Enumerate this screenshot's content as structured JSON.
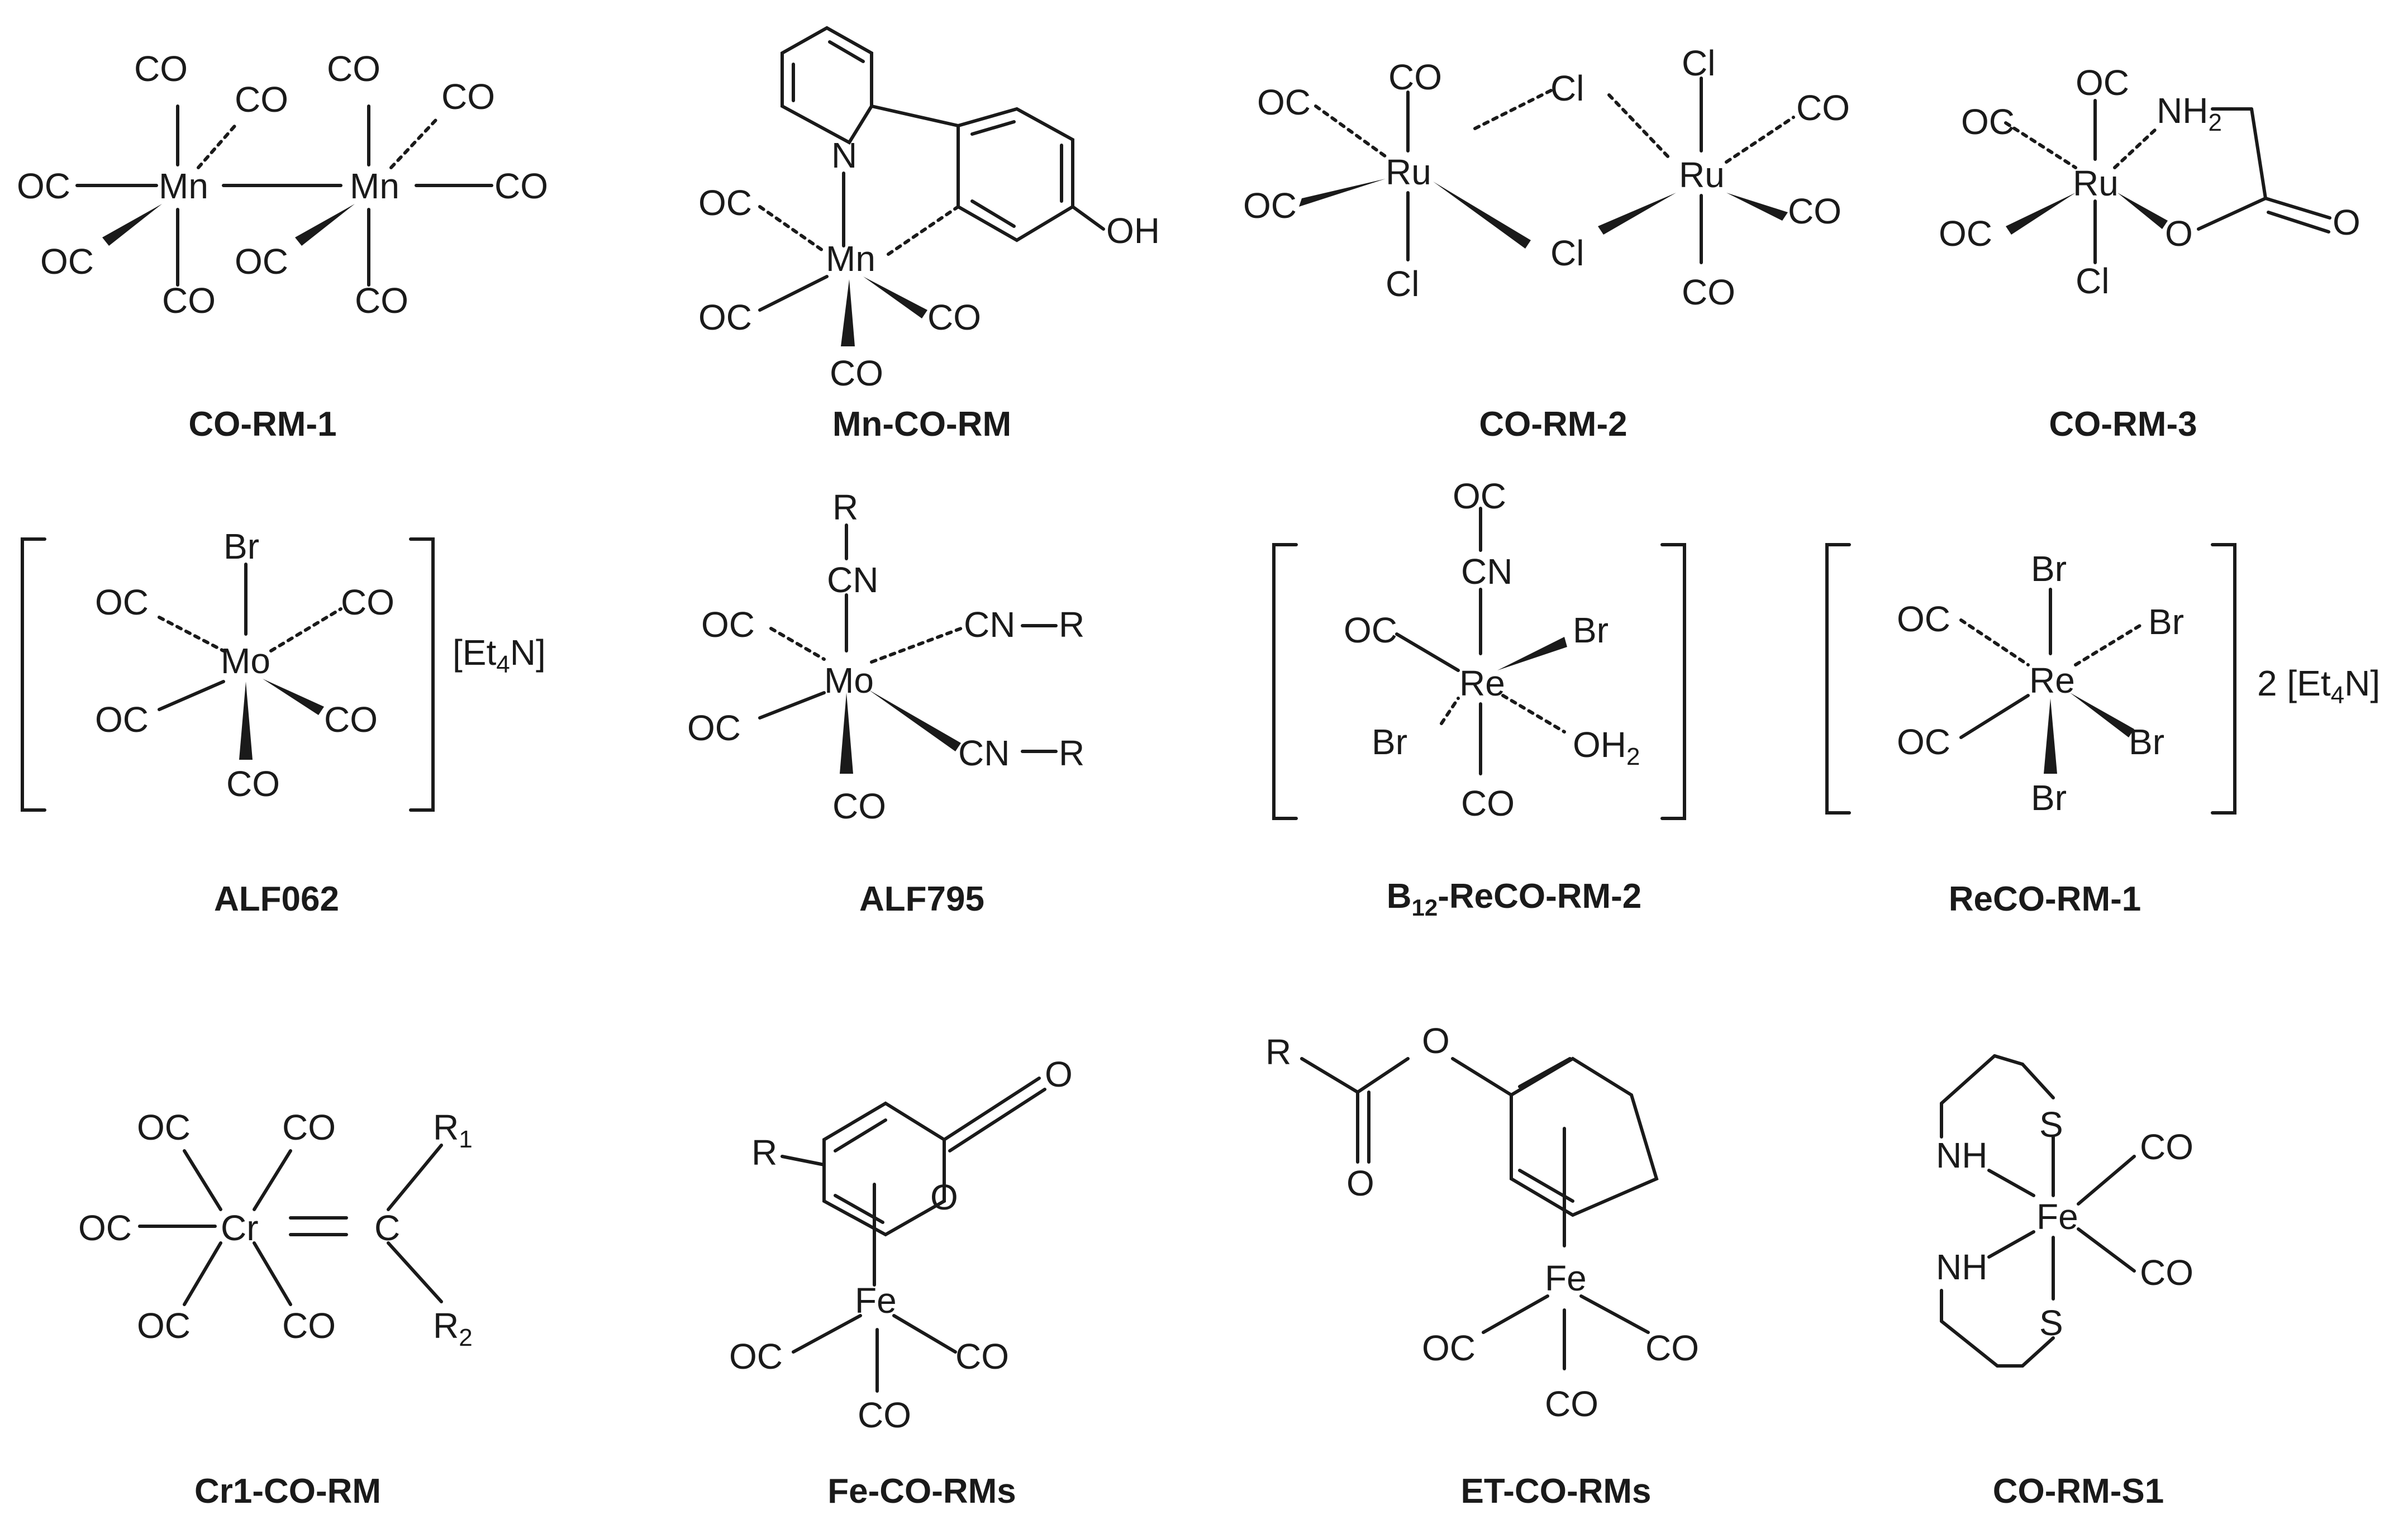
{
  "labels": {
    "CO": "CO",
    "OC": "OC",
    "Mn": "Mn",
    "Mo": "Mo",
    "Ru": "Ru",
    "Re": "Re",
    "Cr": "Cr",
    "Fe": "Fe",
    "Cl": "Cl",
    "Br": "Br",
    "N": "N",
    "O": "O",
    "OH": "OH",
    "NH": "NH",
    "NH2": "NH",
    "two": "2",
    "S": "S",
    "C": "C",
    "R": "R",
    "CN": "CN",
    "H": "H",
    "sub1": "1",
    "sub2": "2",
    "sub4": "4",
    "sub12": "12",
    "Et4N_open": "[Et",
    "Et4N_close": "N]"
  },
  "captions": {
    "c1": "CO-RM-1",
    "c2": "Mn-CO-RM",
    "c3": "CO-RM-2",
    "c4": "CO-RM-3",
    "c5": "ALF062",
    "c6": "ALF795",
    "c7_pre": "B",
    "c7_sub": "12",
    "c7_post": "-ReCO-RM-2",
    "c8": "ReCO-RM-1",
    "c9": "Cr1-CO-RM",
    "c10": "Fe-CO-RMs",
    "c11": "ET-CO-RMs",
    "c12": "CO-RM-S1"
  }
}
